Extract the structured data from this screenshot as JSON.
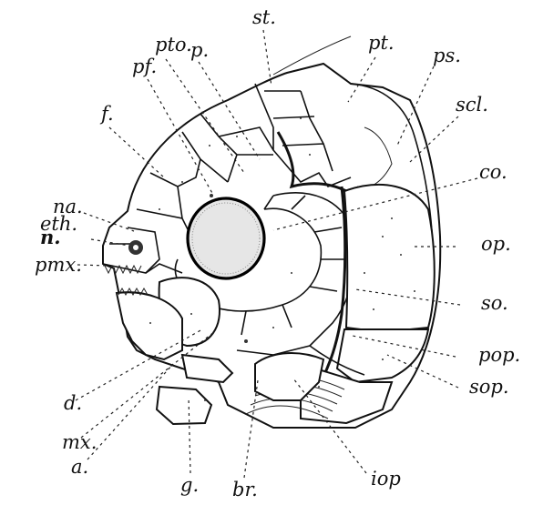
{
  "labels": {
    "st": "st.",
    "pto": "pto.",
    "p": "p.",
    "pt": "pt.",
    "pf": "pf.",
    "ps": "ps.",
    "scl": "scl.",
    "f": "f.",
    "co": "co.",
    "na": "na.",
    "eth": "eth.",
    "n": "n.",
    "op": "op.",
    "pmx": "pmx.",
    "so": "so.",
    "pop": "pop.",
    "d": "d.",
    "sop": "sop.",
    "mx": "mx.",
    "a": "a.",
    "g": "g.",
    "br": "br.",
    "iop": "iop"
  }
}
